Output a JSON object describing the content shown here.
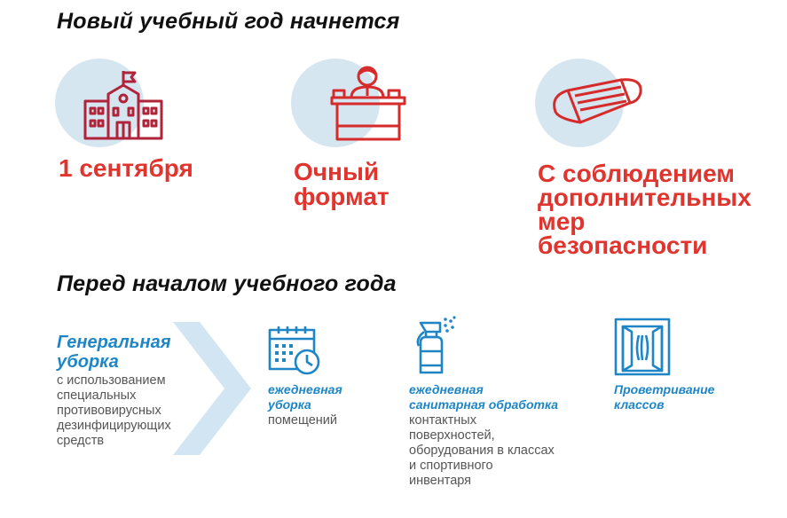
{
  "section1": {
    "title": "Новый учебный год начнется",
    "items": [
      {
        "text": "1 сентября"
      },
      {
        "text_lines": [
          "Очный",
          "формат"
        ]
      },
      {
        "text_lines": [
          "С соблюдением",
          "дополнительных",
          "мер",
          "безопасности"
        ]
      }
    ]
  },
  "section2": {
    "title": "Перед началом учебного года",
    "general": {
      "title_lines": [
        "Генеральная",
        "уборка"
      ],
      "desc_lines": [
        "с использованием",
        "специальных",
        "противовирусных",
        "дезинфицирующих",
        "средств"
      ]
    },
    "daily": {
      "bold_lines": [
        "ежедневная",
        "уборка"
      ],
      "desc_lines": [
        "помещений"
      ]
    },
    "sanitary": {
      "bold_lines": [
        "ежедневная",
        "санитарная обработка"
      ],
      "desc_lines": [
        "контактных",
        "поверхностей,",
        "оборудования в классах",
        "и спортивного",
        "инвентаря"
      ]
    },
    "airing": {
      "bold_lines": [
        "Проветривание",
        "классов"
      ]
    }
  },
  "icons": {
    "school": "school-icon",
    "teacher": "teacher-desk-icon",
    "mask": "face-mask-icon",
    "calendar": "calendar-clock-icon",
    "spray": "spray-bottle-icon",
    "window": "open-window-icon"
  },
  "colors": {
    "red": "#e0342e",
    "blue": "#1e86c6",
    "light_blue": "#d6e6f1",
    "chevron": "#cfe3f1"
  }
}
